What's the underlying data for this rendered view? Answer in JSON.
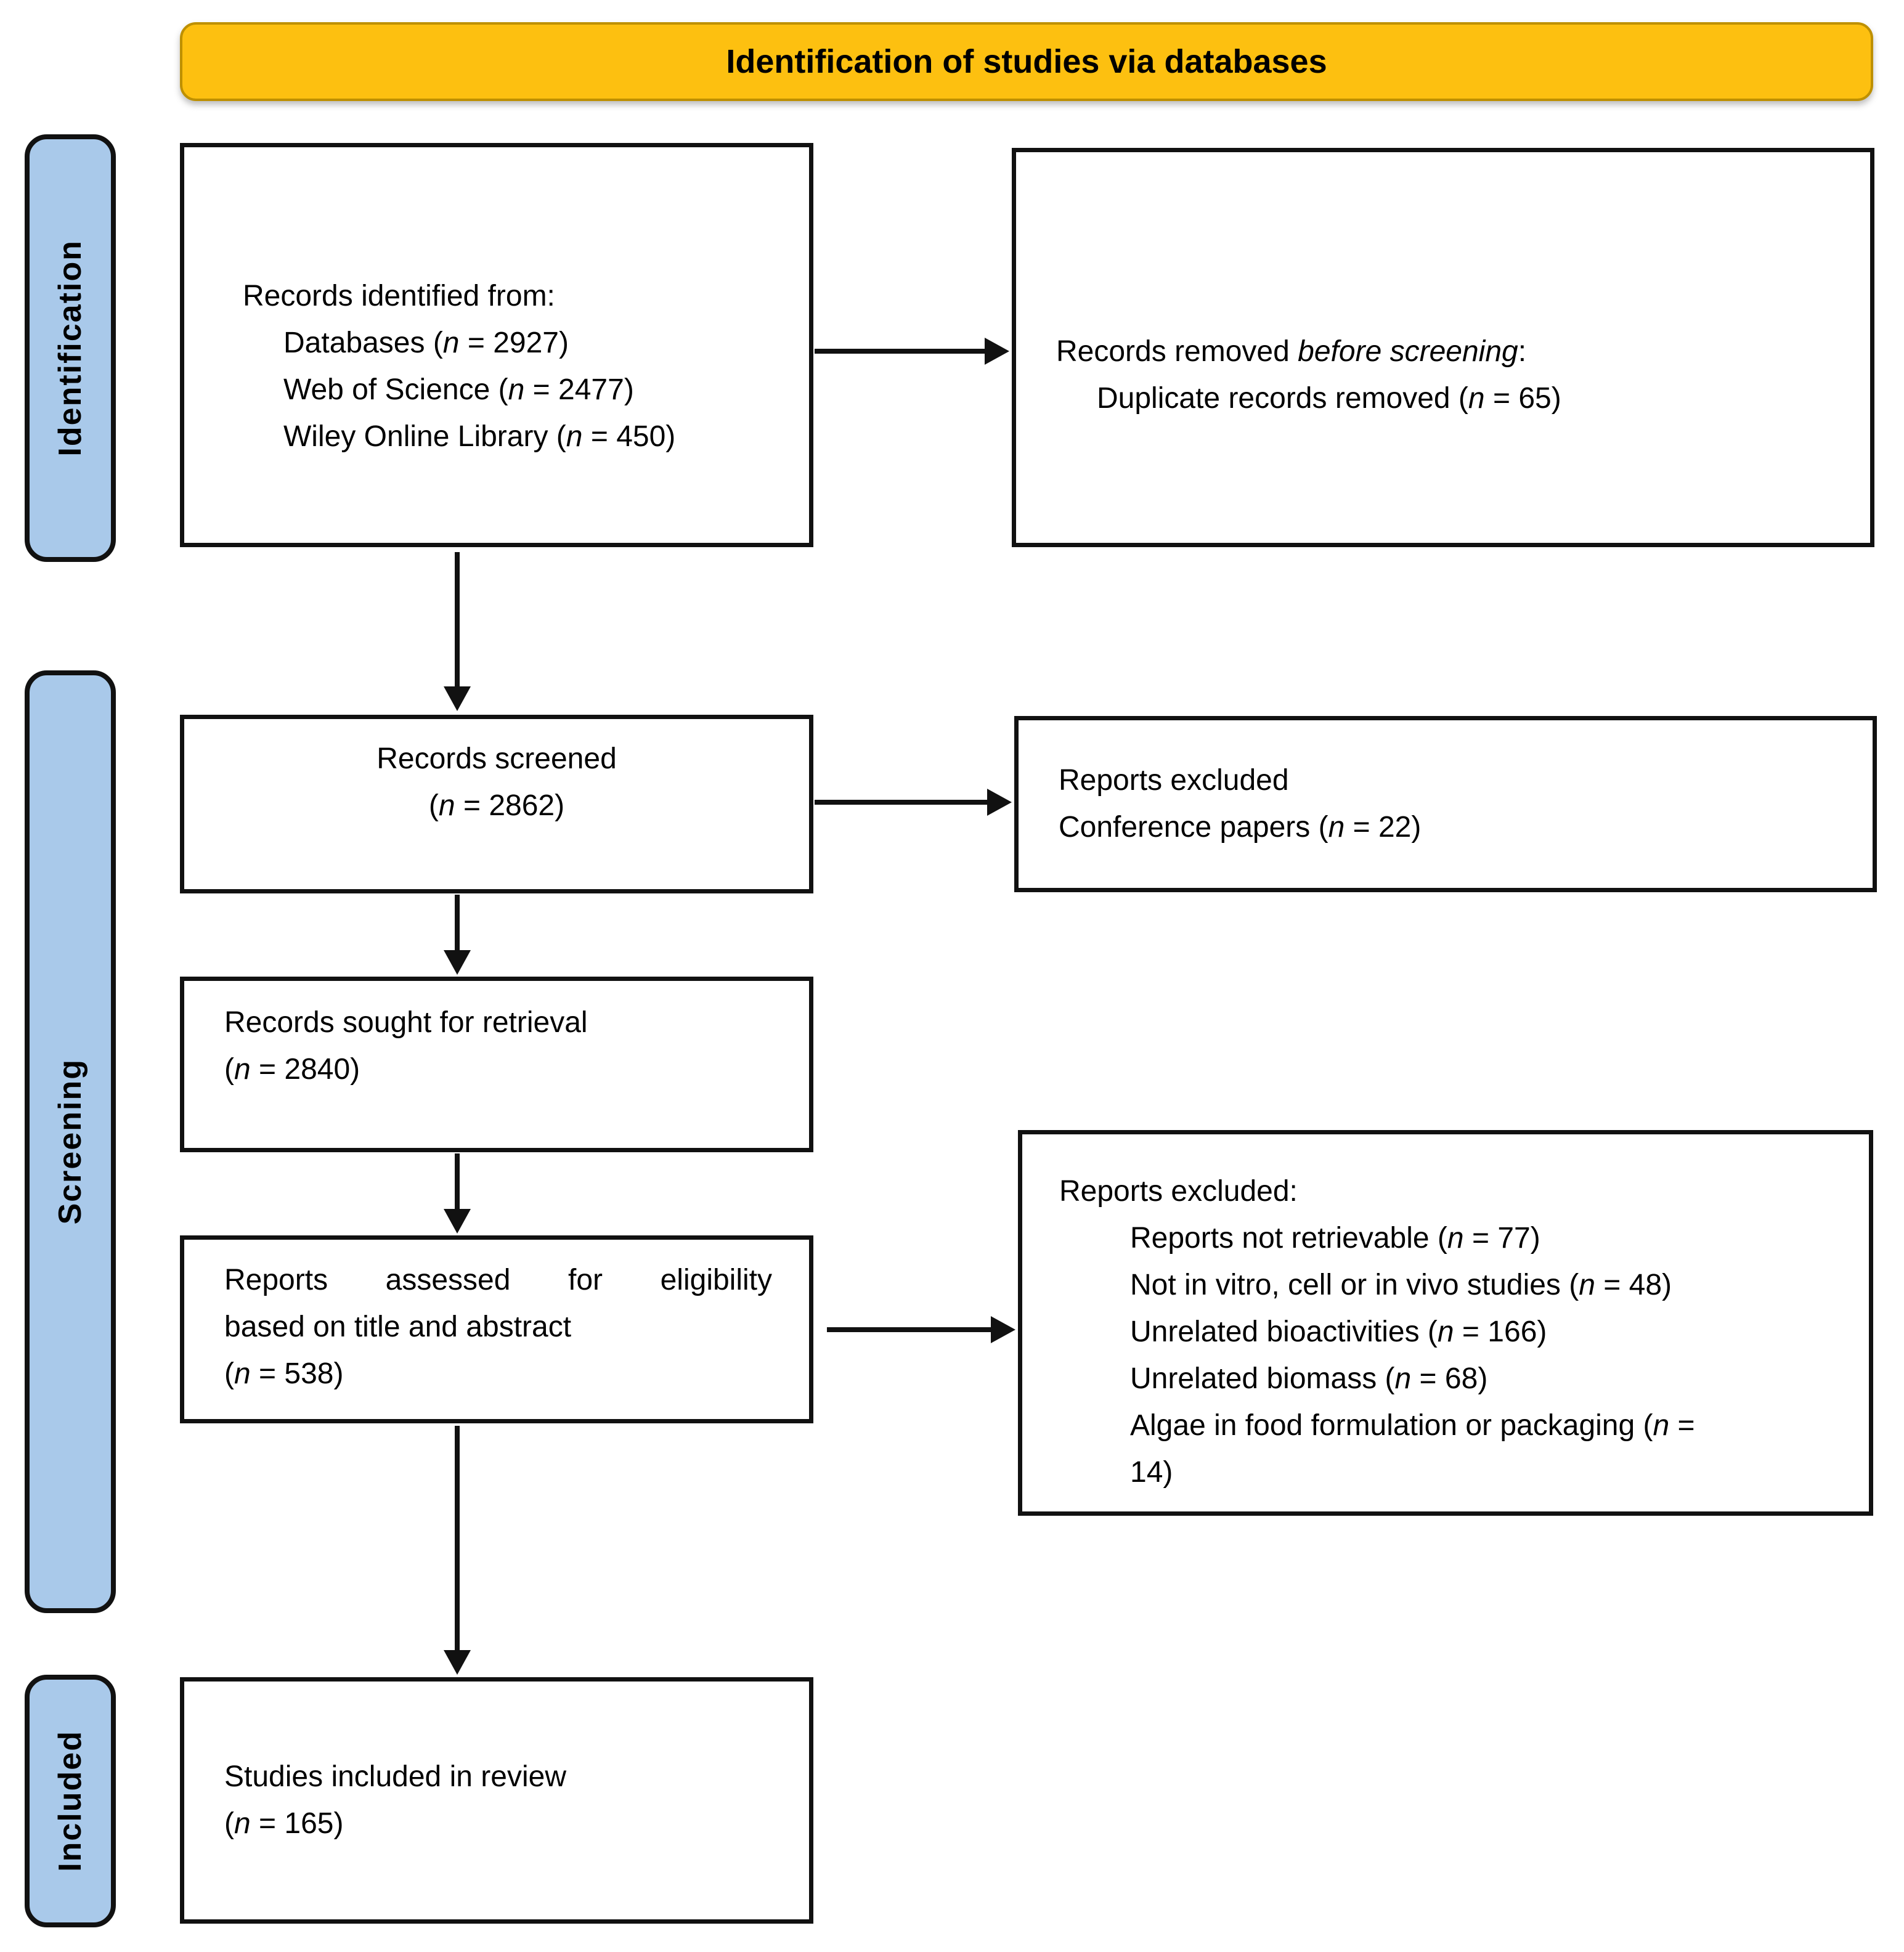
{
  "banner": {
    "title": "Identification of studies via databases"
  },
  "stages": {
    "identification": "Identification",
    "screening": "Screening",
    "included": "Included"
  },
  "boxes": {
    "records_identified": {
      "heading": "Records identified from:",
      "items": [
        "Databases (*n* = 2927)",
        "Web of Science (*n* = 2477)",
        "Wiley Online Library (*n* = 450)"
      ]
    },
    "records_removed": {
      "heading": "Records removed *before screening*:",
      "items": [
        "Duplicate records removed (*n* = 65)"
      ]
    },
    "records_screened": {
      "lines": [
        "Records screened",
        "(*n* = 2862)"
      ]
    },
    "reports_excluded_screening": {
      "lines": [
        "Reports excluded",
        "Conference papers (*n* = 22)"
      ]
    },
    "records_sought": {
      "lines": [
        "Records sought for retrieval",
        "(*n* = 2840)"
      ]
    },
    "reports_assessed": {
      "lines": [
        "Reports assessed for eligibility",
        "based on title and abstract",
        "(*n* = 538)"
      ]
    },
    "reports_excluded_eligibility": {
      "heading": "Reports excluded:",
      "items": [
        "Reports not retrievable (*n* = 77)",
        "Not in vitro, cell or in vivo studies (*n* = 48)",
        "Unrelated bioactivities (*n* = 166)",
        "Unrelated biomass (*n* = 68)",
        "Algae in food formulation or packaging (*n* =\n14)"
      ]
    },
    "studies_included": {
      "lines": [
        "Studies included in review",
        "(*n* = 165)"
      ]
    }
  },
  "colors": {
    "banner_fill": "#FDC010",
    "stage_fill": "#A9C9EA",
    "box_border": "#111111",
    "arrow": "#111111"
  }
}
